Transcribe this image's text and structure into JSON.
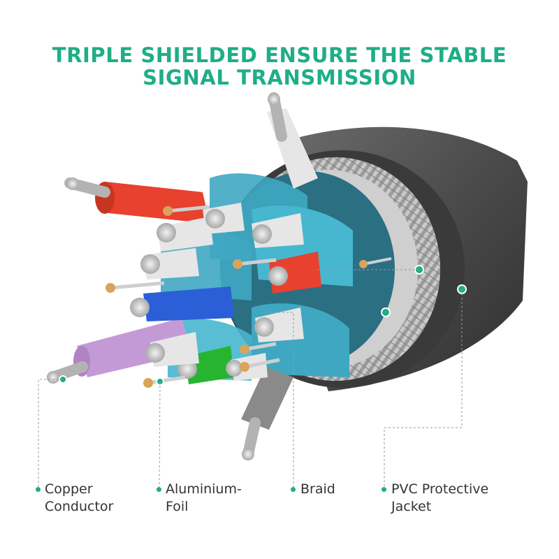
{
  "headline": {
    "line1": "TRIPLE SHIELDED ENSURE THE STABLE",
    "line2": "SIGNAL TRANSMISSION"
  },
  "labels": {
    "copper": {
      "line1": "Copper",
      "line2": "Conductor"
    },
    "foil": {
      "line1": "Aluminium-",
      "line2": "Foil"
    },
    "braid": {
      "line1": "Braid"
    },
    "jacket": {
      "line1": "PVC Protective",
      "line2": "Jacket"
    }
  },
  "colors": {
    "accent": "#1fae86",
    "jacket": "#4a4a4a",
    "foil": "#3fa7c2",
    "braid": "#b9b9b9",
    "wire_red": "#e8412e",
    "wire_blue": "#2a5fd8",
    "wire_green": "#27b530",
    "wire_purple": "#c49ad6",
    "wire_white": "#e6e6e6",
    "wire_grey": "#8a8a8a",
    "copper": "#d8a35a"
  }
}
